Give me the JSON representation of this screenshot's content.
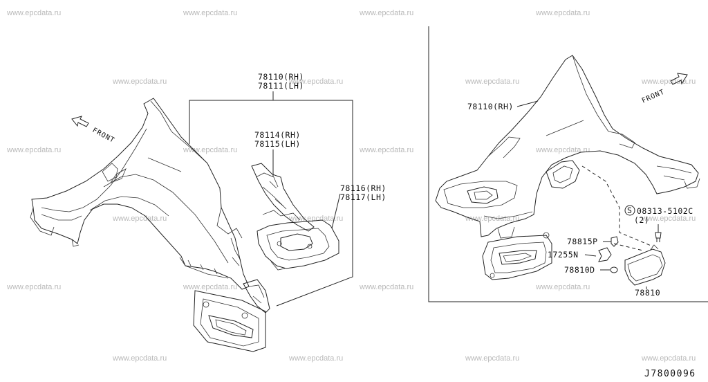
{
  "watermark": "www.epcdata.ru",
  "diagram_code": "J7800096",
  "left_view": {
    "front_label": "FRONT",
    "labels": {
      "p78110": "78110(RH)",
      "p78111": "78111(LH)",
      "p78114": "78114(RH)",
      "p78115": "78115(LH)",
      "p78116": "78116(RH)",
      "p78117": "78117(LH)"
    }
  },
  "right_view": {
    "front_label": "FRONT",
    "labels": {
      "p78110": "78110(RH)",
      "screw": "08313-5102C",
      "screw_qty": "(2)",
      "screw_symbol": "S",
      "p78815P": "78815P",
      "p17255N": "17255N",
      "p78810D": "78810D",
      "p78810": "78810"
    }
  }
}
